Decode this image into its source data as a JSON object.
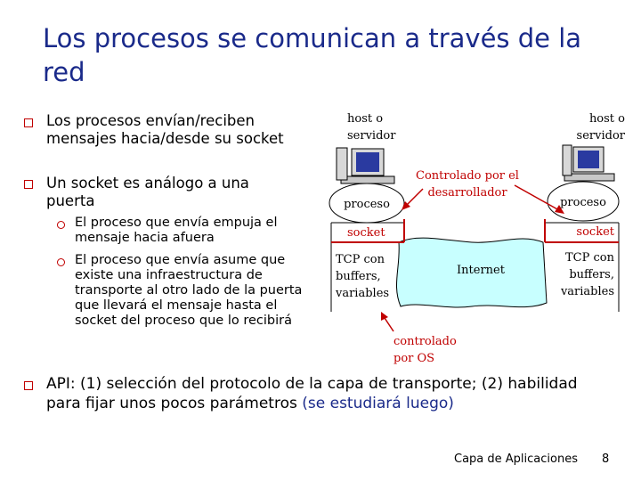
{
  "title": "Los procesos se comunican a través de la red",
  "left_bullets": [
    {
      "text": "Los procesos envían/reciben mensajes hacia/desde su socket"
    },
    {
      "text": "Un socket es análogo a una puerta"
    }
  ],
  "sub_bullets": [
    {
      "text": "El proceso que envía empuja el mensaje hacia afuera"
    },
    {
      "text": "El proceso que envía asume que existe una infraestructura de transporte al otro lado de la puerta que llevará el mensaje hasta el socket del proceso que lo recibirá"
    }
  ],
  "diagram": {
    "left_host_label": "host o servidor",
    "right_host_label": "host o servidor",
    "left_process": "proceso",
    "right_process": "proceso",
    "left_socket": "socket",
    "right_socket": "socket",
    "left_tcp": "TCP con buffers, variables",
    "right_tcp": "TCP con buffers, variables",
    "internet": "Internet",
    "controlled_by_developer": "Controlado por el desarrollador",
    "controlled_by_os": "controlado por OS",
    "colors": {
      "red": "#c00000",
      "cloud": "#c8ffff",
      "computer_blue": "#2a3aa0"
    },
    "icons": [
      "computer-icon",
      "computer-icon"
    ]
  },
  "bottom_bullet": {
    "text_main": "API: (1) selección del protocolo de la capa de transporte; (2) habilidad para fijar unos pocos parámetros",
    "text_blue": "(se estudiará luego)"
  },
  "footer": {
    "label": "Capa de Aplicaciones",
    "page": "8"
  }
}
